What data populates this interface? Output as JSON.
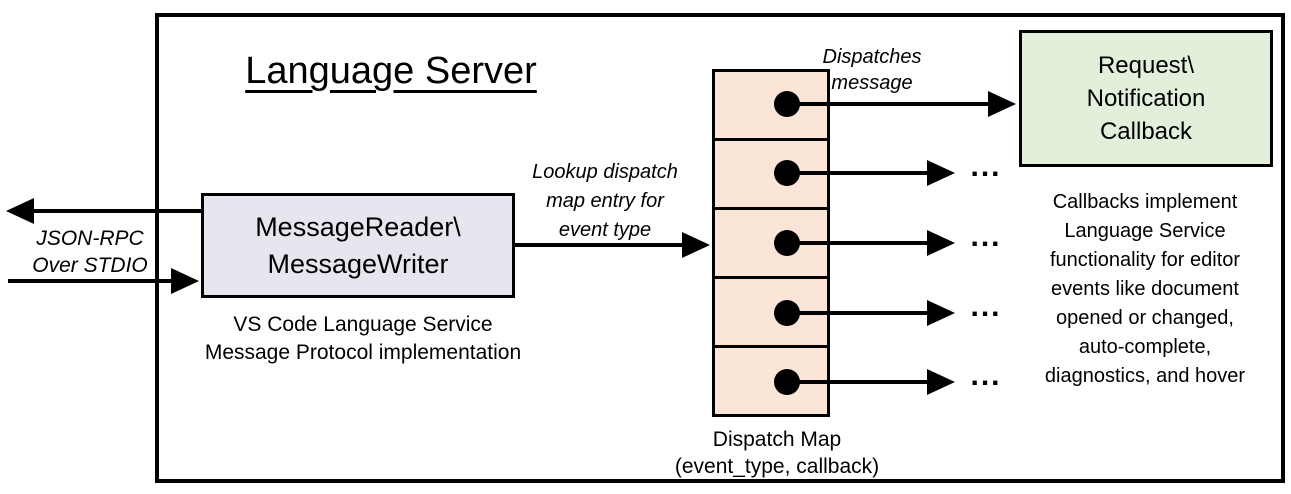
{
  "title": "Language Server",
  "stdio": {
    "label": "JSON-RPC\nOver STDIO"
  },
  "reader_writer": {
    "label": "MessageReader\\\nMessageWriter",
    "caption": "VS Code Language Service\nMessage Protocol implementation"
  },
  "lookup_label": "Lookup dispatch\nmap entry for\nevent type",
  "dispatches_label": "Dispatches\nmessage",
  "dispatch_map": {
    "rows": 5,
    "caption": "Dispatch Map\n(event_type, callback)"
  },
  "callback_box": {
    "label": "Request\\\nNotification\nCallback"
  },
  "callbacks_note": "Callbacks implement\nLanguage Service\nfunctionality for editor\nevents like document\nopened or changed,\nauto-complete,\ndiagnostics, and hover",
  "ellipsis": "...",
  "colors": {
    "reader_writer_fill": "#E7E6EE",
    "dispatch_map_fill": "#FBE5D6",
    "callback_fill": "#E2EFDA",
    "stroke": "#000000"
  }
}
